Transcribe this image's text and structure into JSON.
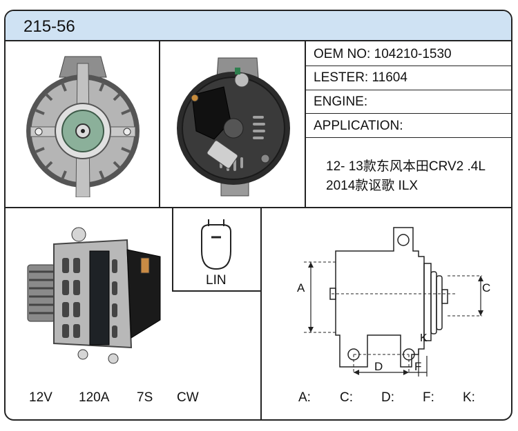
{
  "header": {
    "model": "215-56"
  },
  "specs": {
    "oem_label": "OEM NO:",
    "oem_value": "104210-1530",
    "lester_label": "LESTER:",
    "lester_value": "11604",
    "engine_label": "ENGINE:",
    "engine_value": "",
    "application_label": "APPLICATION:",
    "application_line1": "12- 13款东风本田CRV2 .4L",
    "application_line2": "2014款讴歌 ILX"
  },
  "electrical": {
    "voltage": "12V",
    "current": "120A",
    "pulley": "7S",
    "rotation": "CW"
  },
  "plug": {
    "label": "LIN"
  },
  "dimensions": {
    "diagram_labels": {
      "a": "A",
      "c": "C",
      "d": "D",
      "f": "F",
      "k": "K"
    },
    "legend": [
      "A:",
      "C:",
      "D:",
      "F:",
      "K:"
    ]
  }
}
